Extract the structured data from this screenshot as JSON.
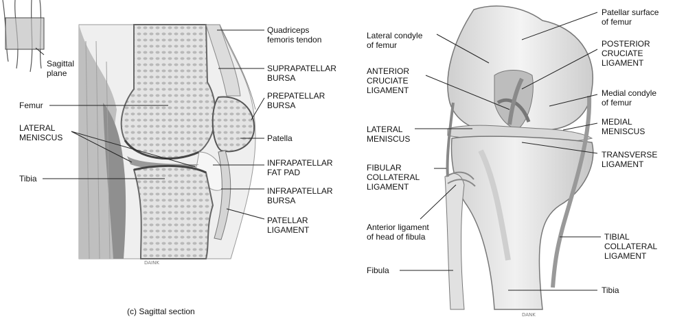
{
  "inset": {
    "label": "Sagittal\nplane"
  },
  "sagittal": {
    "caption": "(c) Sagittal section",
    "labels": {
      "quadriceps": "Quadriceps\nfemoris tendon",
      "suprapatellar": "SUPRAPATELLAR\nBURSA",
      "prepatellar": "PREPATELLAR\nBURSA",
      "femur": "Femur",
      "lateral_meniscus": "LATERAL\nMENISCUS",
      "patella": "Patella",
      "infrapatellar_fat": "INFRAPATELLAR\nFAT PAD",
      "tibia": "Tibia",
      "infrapatellar_bursa": "INFRAPATELLAR\nBURSA",
      "patellar_ligament": "PATELLAR\nLIGAMENT"
    }
  },
  "anterior": {
    "labels": {
      "patellar_surface": "Patellar surface\nof femur",
      "lateral_condyle": "Lateral condyle\nof femur",
      "posterior_cruciate": "POSTERIOR\nCRUCIATE\nLIGAMENT",
      "anterior_cruciate": "ANTERIOR\nCRUCIATE\nLIGAMENT",
      "medial_condyle": "Medial condyle\nof femur",
      "lateral_meniscus": "LATERAL\nMENISCUS",
      "medial_meniscus": "MEDIAL\nMENISCUS",
      "transverse": "TRANSVERSE\nLIGAMENT",
      "fibular_collateral": "FIBULAR\nCOLLATERAL\nLIGAMENT",
      "anterior_lig_fibula": "Anterior ligament\nof head of fibula",
      "tibial_collateral": "TIBIAL\nCOLLATERAL\nLIGAMENT",
      "fibula": "Fibula",
      "tibia": "Tibia"
    }
  }
}
